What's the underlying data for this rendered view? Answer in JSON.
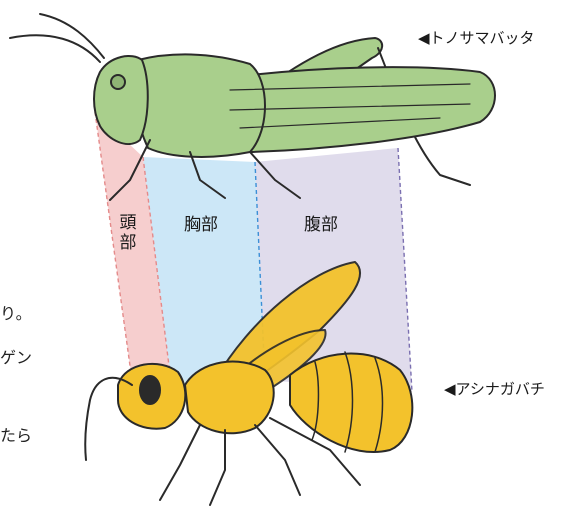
{
  "labels": {
    "grasshopper": "◀トノサマバッタ",
    "wasp": "◀アシナガバチ",
    "head": "頭部",
    "head_top": "頭",
    "head_bottom": "部",
    "thorax": "胸部",
    "abdomen": "腹部"
  },
  "edge_text": {
    "line1": "り。",
    "line2": "ゲン",
    "line3": "たら"
  },
  "colors": {
    "head_band": "#f4c6c6",
    "thorax_band": "#c7e4f6",
    "abdomen_band": "#ddd8ea",
    "grasshopper": "#a9cf8c",
    "wasp": "#f3c22c",
    "outline": "#2a2a2a"
  }
}
